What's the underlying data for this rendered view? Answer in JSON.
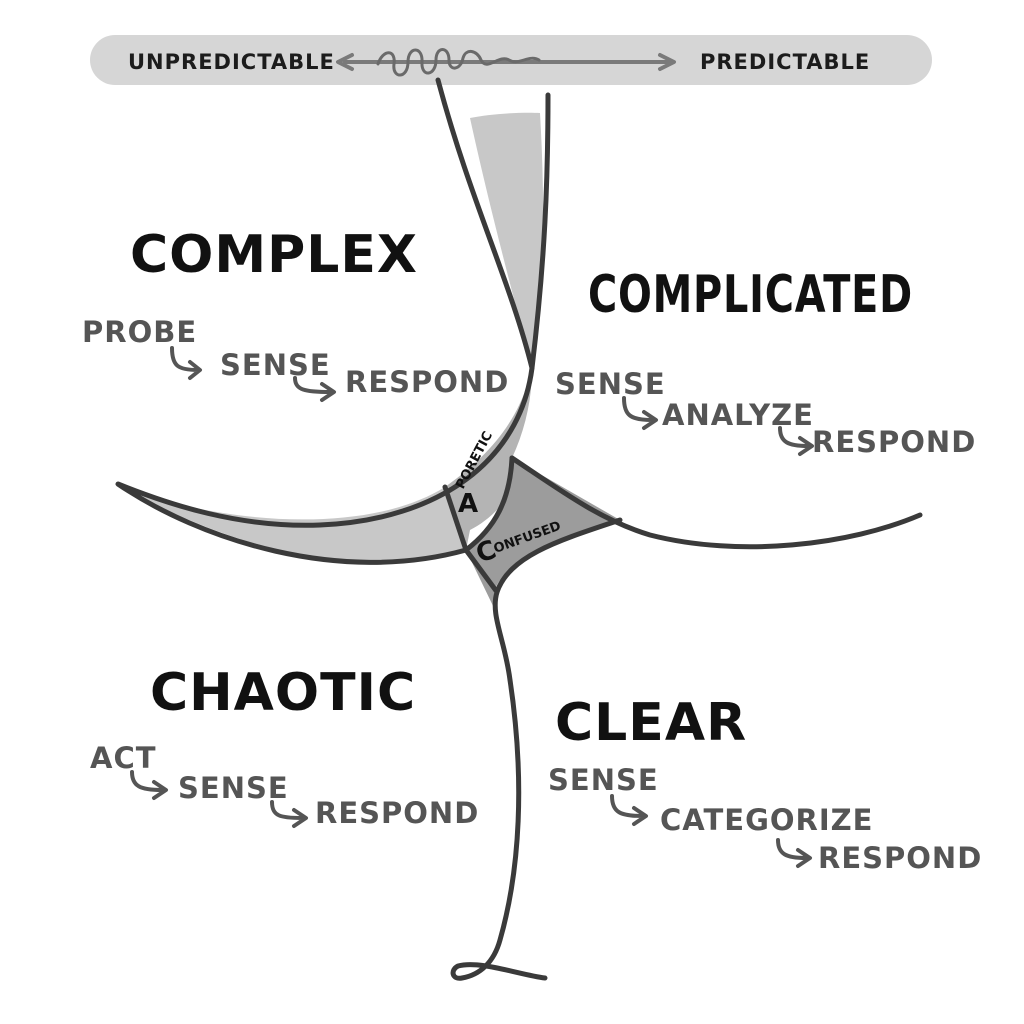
{
  "scale": {
    "left_label": "UNPREDICTABLE",
    "right_label": "PREDICTABLE"
  },
  "domains": {
    "complex": {
      "title": "COMPLEX",
      "steps": [
        "PROBE",
        "SENSE",
        "RESPOND"
      ]
    },
    "complicated": {
      "title": "COMPLICATED",
      "steps": [
        "SENSE",
        "ANALYZE",
        "RESPOND"
      ]
    },
    "chaotic": {
      "title": "CHAOTIC",
      "steps": [
        "ACT",
        "SENSE",
        "RESPOND"
      ]
    },
    "clear": {
      "title": "CLEAR",
      "steps": [
        "SENSE",
        "CATEGORIZE",
        "RESPOND"
      ]
    }
  },
  "center": {
    "aporetic": {
      "initial": "A",
      "rest": "PORETIC"
    },
    "confused": {
      "initial": "C",
      "rest": "ONFUSED"
    }
  },
  "colors": {
    "fill_light": "#c8c8c8",
    "fill_mid": "#a9a9a9",
    "fill_dark": "#8f8f8f",
    "line": "#3a3a3a",
    "scale_bar": "#d6d6d6"
  }
}
